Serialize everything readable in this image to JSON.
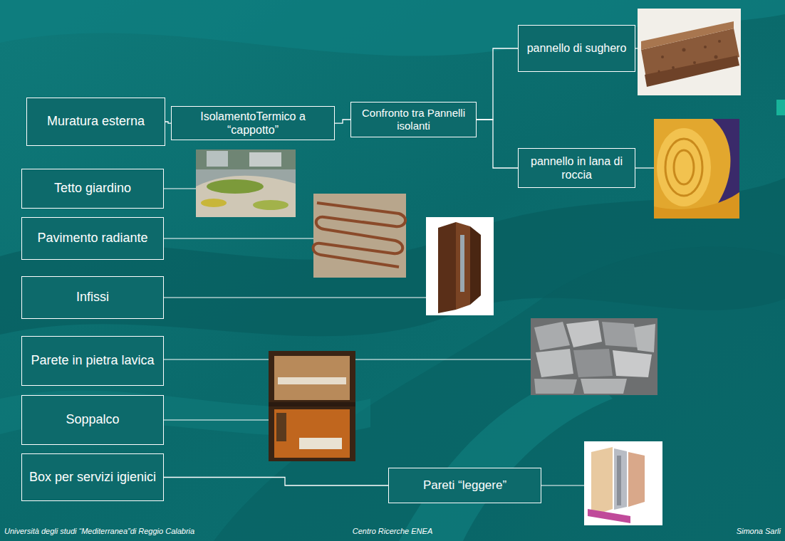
{
  "diagram": {
    "nodes": [
      {
        "text": [
          "Muratura esterna"
        ]
      },
      {
        "text": [
          "IsolamentoTermico a “cappotto”"
        ]
      },
      {
        "text": [
          "Confronto tra Pannelli isolanti"
        ]
      },
      {
        "text": [
          "pannello di sughero"
        ]
      },
      {
        "text": [
          "pannello in lana di roccia"
        ]
      },
      {
        "text": [
          "Tetto giardino"
        ]
      },
      {
        "text": [
          "Pavimento radiante"
        ]
      },
      {
        "text": [
          "Infissi"
        ]
      },
      {
        "text": [
          "Parete in pietra lavica"
        ]
      },
      {
        "text": [
          "Soppalco"
        ]
      },
      {
        "text": [
          "Box per servizi igienici"
        ]
      },
      {
        "text": [
          "Pareti “leggere”"
        ]
      }
    ],
    "edges": [
      {
        "from": 0,
        "to": 1,
        "arrow": "none"
      },
      {
        "from": 1,
        "to": 2,
        "arrow": "none"
      },
      {
        "from": 2,
        "to": 3,
        "arrow": "none"
      },
      {
        "from": 2,
        "to": 4,
        "arrow": "none"
      },
      {
        "from": 10,
        "to": 11,
        "arrow": "none"
      }
    ],
    "labels": [
      "Università degli studi “Mediterranea”di Reggio Calabria",
      "Centro Ricerche ENEA",
      "Simona Sarli"
    ]
  }
}
